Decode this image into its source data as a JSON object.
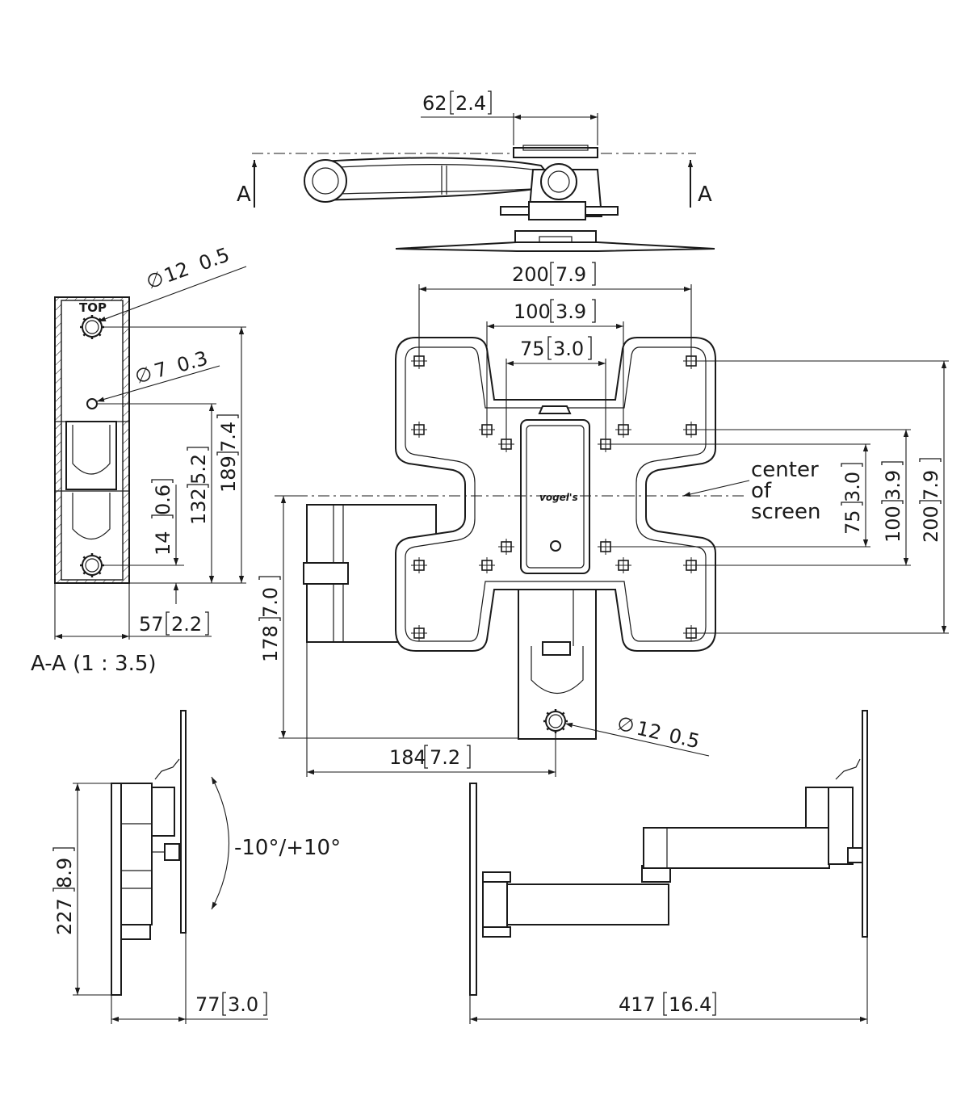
{
  "top_view": {
    "dim_width": {
      "value": "62",
      "inch": "2.4"
    },
    "section_label_left": "A",
    "section_label_right": "A"
  },
  "section_view": {
    "top_marking": "TOP",
    "hole_large": {
      "value": "12",
      "inch": "0.5",
      "symbol": "∅"
    },
    "hole_small": {
      "value": "7",
      "inch": "0.3",
      "symbol": "∅"
    },
    "dim_14": {
      "value": "14",
      "inch": "0.6"
    },
    "dim_132": {
      "value": "132",
      "inch": "5.2"
    },
    "dim_189": {
      "value": "189",
      "inch": "7.4"
    },
    "dim_57": {
      "value": "57",
      "inch": "2.2"
    },
    "caption": "A-A (1 : 3.5)"
  },
  "front_view": {
    "dim_200_h": {
      "value": "200",
      "inch": "7.9"
    },
    "dim_100_h": {
      "value": "100",
      "inch": "3.9"
    },
    "dim_75_h": {
      "value": "75",
      "inch": "3.0"
    },
    "dim_75_v": {
      "value": "75",
      "inch": "3.0"
    },
    "dim_100_v": {
      "value": "100",
      "inch": "3.9"
    },
    "dim_200_v": {
      "value": "200",
      "inch": "7.9"
    },
    "center_note": [
      "center",
      "of",
      "screen"
    ],
    "dim_178": {
      "value": "178",
      "inch": "7.0"
    },
    "dim_184": {
      "value": "184",
      "inch": "7.2"
    },
    "hole": {
      "value": "12",
      "inch": "0.5",
      "symbol": "∅"
    },
    "logo": "vogel's"
  },
  "side_view": {
    "tilt": "-10°/+10°",
    "dim_227": {
      "value": "227",
      "inch": "8.9"
    },
    "dim_77": {
      "value": "77",
      "inch": "3.0"
    }
  },
  "extended_view": {
    "dim_417": {
      "value": "417",
      "inch": "16.4"
    }
  }
}
